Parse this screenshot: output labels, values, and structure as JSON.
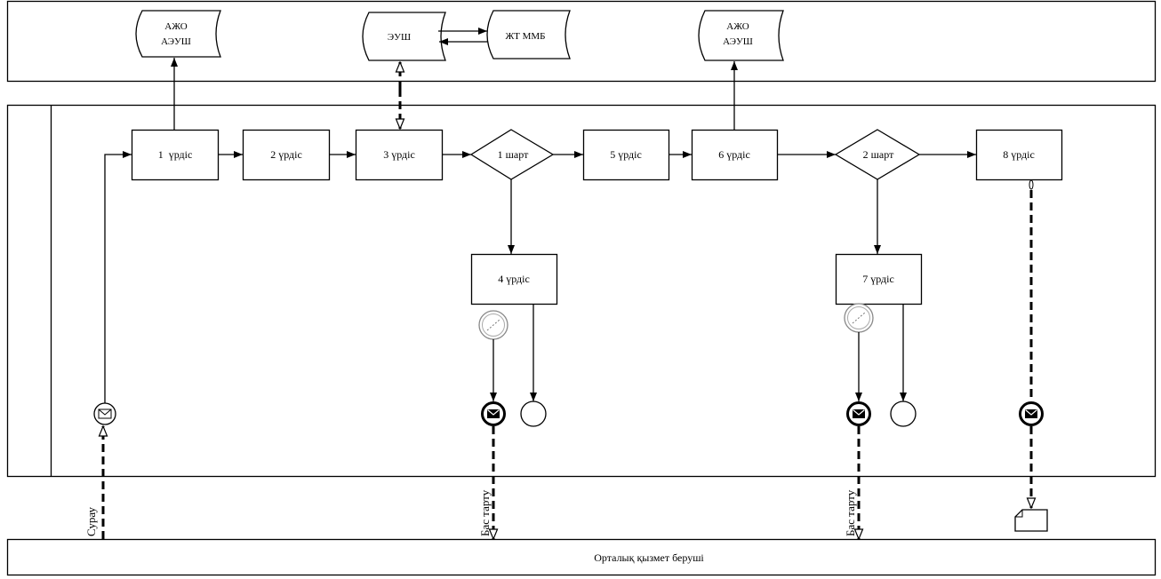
{
  "lanes": {
    "service_provider": "Орталық қызмет берушi"
  },
  "data_stores": [
    {
      "lines": [
        "АЖО",
        "АЭУШ"
      ]
    },
    {
      "lines": [
        "ЭУШ"
      ]
    },
    {
      "lines": [
        "ЖТ ММБ"
      ]
    },
    {
      "lines": [
        "АЖО",
        "АЭУШ"
      ]
    }
  ],
  "steps": [
    {
      "label": "1  үрдiс"
    },
    {
      "label": "2 үрдiс"
    },
    {
      "label": "3 үрдiс"
    },
    {
      "label": "4 үрдiс"
    },
    {
      "label": "5 үрдiс"
    },
    {
      "label": "6 үрдiс"
    },
    {
      "label": "7 үрдiс"
    },
    {
      "label": "8 үрдiс"
    }
  ],
  "conditions": [
    {
      "label": "1 шарт"
    },
    {
      "label": "2 шарт"
    }
  ],
  "messages": {
    "request": "Сурау",
    "refusal_1": "Бас тарту",
    "refusal_2": "Бас тарту"
  }
}
